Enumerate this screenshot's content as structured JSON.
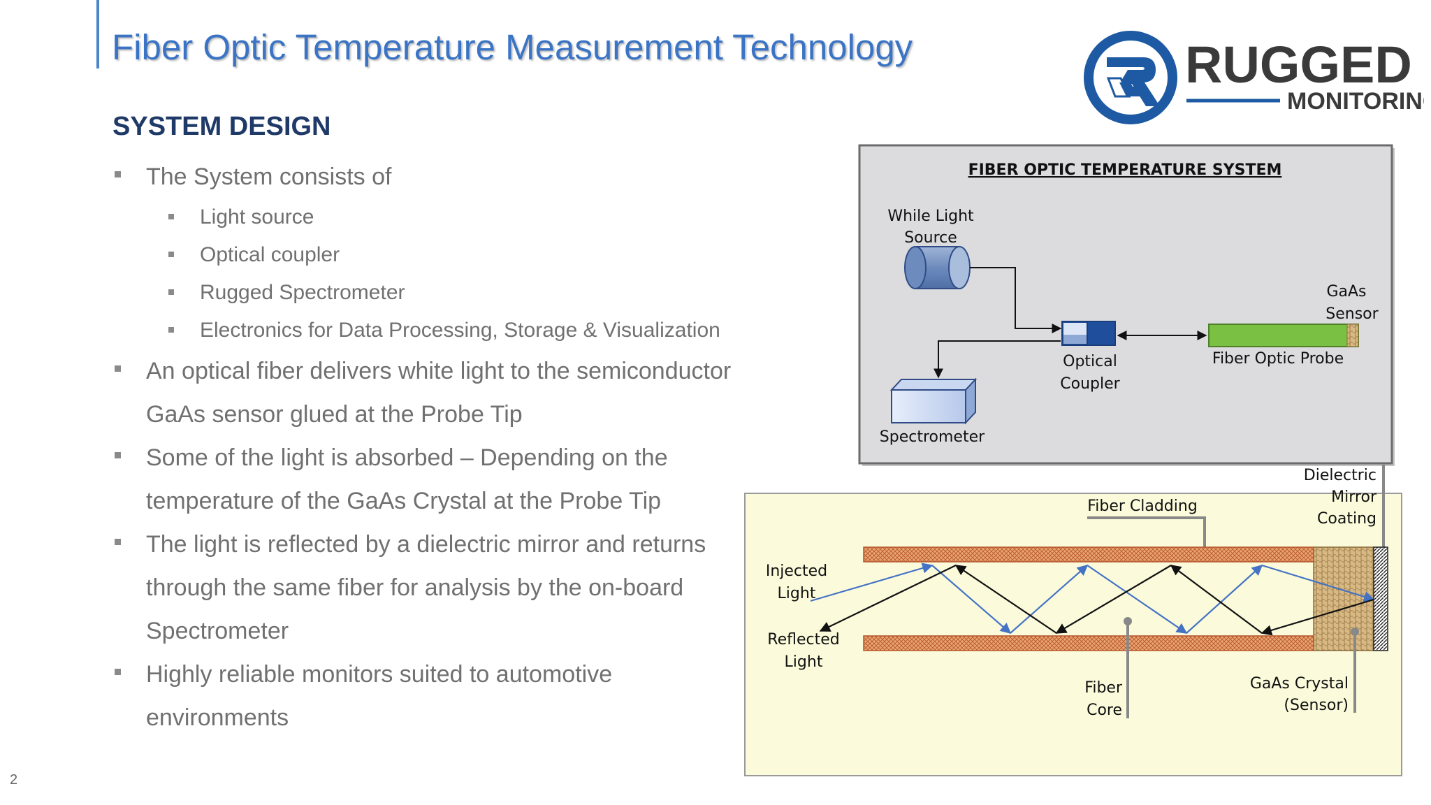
{
  "header": {
    "title": "Fiber Optic Temperature Measurement Technology"
  },
  "logo": {
    "brand": "RUGGED",
    "sub": "MONITORING",
    "icon": "rugged-monitoring-r-logo"
  },
  "section": {
    "heading": "SYSTEM DESIGN"
  },
  "bullets": {
    "intro": "The System consists of",
    "components": [
      "Light source",
      "Optical  coupler",
      "Rugged Spectrometer",
      "Electronics for Data Processing, Storage & Visualization"
    ],
    "p1_line1": "An optical fiber delivers white light to the semiconductor",
    "p1_line2": "GaAs sensor glued at the Probe Tip",
    "p2_line1": "Some of the light is absorbed – Depending on the",
    "p2_line2": "temperature of the GaAs Crystal at the Probe Tip",
    "p3_line1": "The light is reflected by a dielectric mirror and returns",
    "p3_line2": "through the same fiber for analysis by the on-board",
    "p3_line3": "Spectrometer",
    "p4_line1": "Highly reliable monitors suited to automotive",
    "p4_line2": "environments"
  },
  "diagram": {
    "system_title": "FIBER OPTIC TEMPERATURE SYSTEM",
    "light_source_line1": "While Light",
    "light_source_line2": "Source",
    "coupler_line1": "Optical",
    "coupler_line2": "Coupler",
    "sensor_line1": "GaAs",
    "sensor_line2": "Sensor",
    "probe_label": "Fiber Optic Probe",
    "spectrometer_label": "Spectrometer",
    "mirror_line1": "Dielectric",
    "mirror_line2": "Mirror",
    "mirror_line3": "Coating",
    "cladding_label": "Fiber Cladding",
    "injected_line1": "Injected",
    "injected_line2": "Light",
    "reflected_line1": "Reflected",
    "reflected_line2": "Light",
    "core_line1": "Fiber",
    "core_line2": "Core",
    "crystal_line1": "GaAs Crystal",
    "crystal_line2": "(Sensor)"
  },
  "footer": {
    "page_number": "2"
  },
  "colors": {
    "title": "#3b74c4",
    "heading": "#1f3a68",
    "body_text": "#707070",
    "logo_blue": "#1d5aa3",
    "system_box_fill": "#dcdcdf",
    "probe_panel_fill": "#fbfbdc",
    "probe_green": "#7ac143",
    "cladding": "#e9a36f",
    "injected_ray": "#4472c4",
    "reflected_ray": "#111111"
  }
}
